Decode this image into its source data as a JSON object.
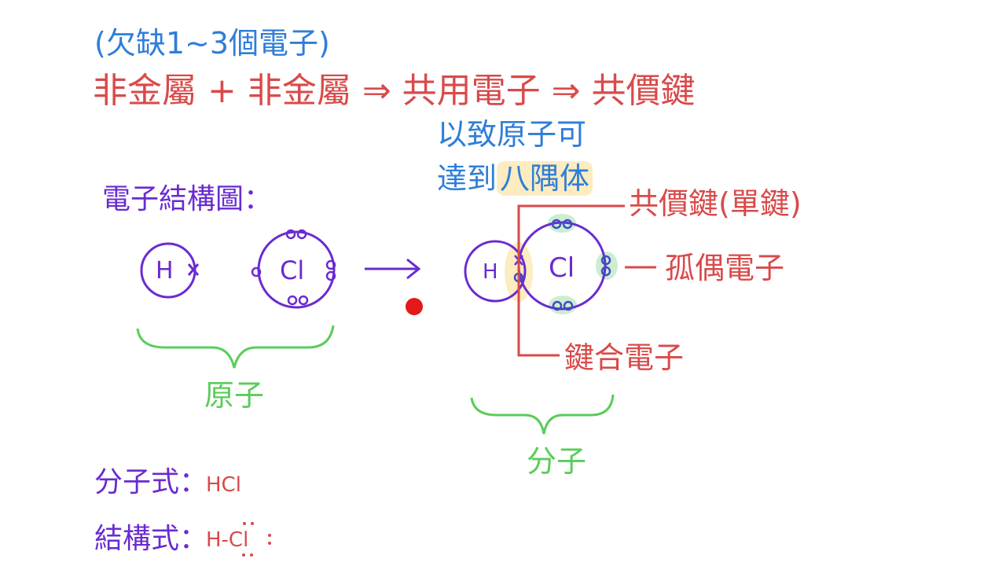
{
  "top": {
    "note": "(欠缺1~3個電子)",
    "equation": "非金屬  +  非金屬  ⇒  共用電子  ⇒  共價鍵",
    "octet_line1": "以致原子可",
    "octet_line2_prefix": "達到",
    "octet_line2_highlight": "八隅体"
  },
  "diagram": {
    "section_label": "電子結構圖：",
    "atom_h": "H",
    "atom_cl": "Cl",
    "atoms_label": "原子",
    "molecule_label": "分子",
    "covalent_bond_label": "共價鍵(單鍵)",
    "lone_pair_label": "孤偶電子",
    "bonding_electrons_label": "鍵合電子",
    "arrow": "→"
  },
  "formulas": {
    "molecular_label": "分子式：",
    "molecular_value": "HCl",
    "structural_label": "結構式：",
    "structural_value": "H-Cl"
  },
  "colors": {
    "blue": "#2f7ed8",
    "red": "#d94a4a",
    "purple": "#6a2bd1",
    "green": "#5bcc5b",
    "highlight": "#fadc8c",
    "pointer": "#e00000"
  }
}
